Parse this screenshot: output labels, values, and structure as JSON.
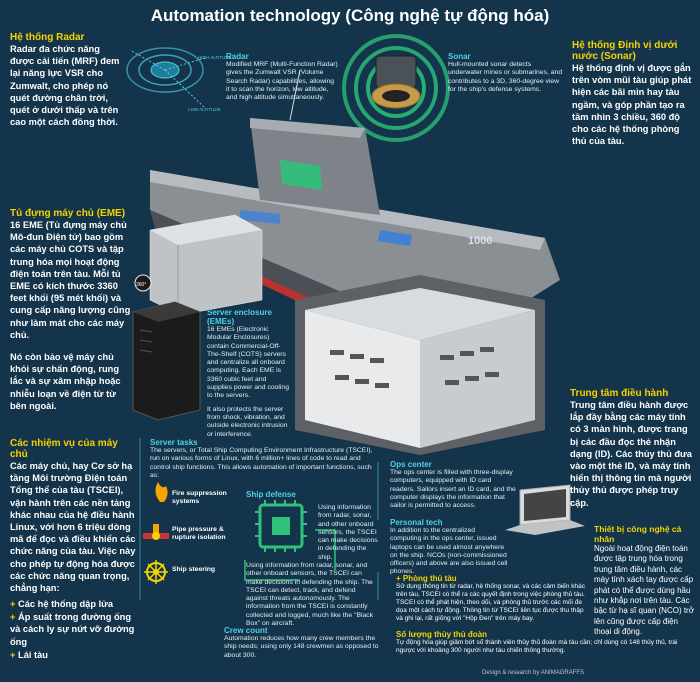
{
  "title": "Automation technology  (Công nghệ tự động hóa)",
  "radar_vi": {
    "heading": "Hệ thống Radar",
    "text": "Radar đa chức năng được cải tiến (MRF) đem lại năng lực VSR cho Zumwalt, cho phép nó quét đường chân trời, quét ở dưới thấp và trên cao một cách đồng thời."
  },
  "radar_diagram": {
    "high_label": "HIGH ALTITUDE",
    "low_label": "LOW ALTITUDE"
  },
  "radar_en": {
    "heading": "Radar",
    "text": "Modified MRF (Multi-Function Radar) gives the Zumwalt VSR (Volume Search Radar) capabilities, allowing it to scan the horizon, low altitude, and high altitude simultaneously."
  },
  "sonar_en": {
    "heading": "Sonar",
    "text": "Hull-mounted sonar detects underwater mines or submarines, and contributes to a 3D, 360-degree view for the ship's defense systems."
  },
  "sonar_vi": {
    "heading": "Hệ thống Định vị dưới nước (Sonar)",
    "text": "Hệ thống định vị được gắn trên vòm mũi tàu giúp phát hiện các bãi mìn hay tàu ngầm, và góp phần tạo ra tầm nhìn 3 chiều, 360 độ cho các hệ thống phòng thủ của tàu."
  },
  "eme_vi": {
    "heading": "Tủ đựng máy chủ (EME)",
    "text": "16 EME (Tủ đựng máy chủ Mô-đun Điện tử) bao gồm các máy chủ COTS và tập trung hóa mọi hoạt động điện toán trên tàu. Mỗi tủ EME có kích thước 3360 feet khối (95 mét khối) và cung cấp năng lượng cũng như làm mát cho các máy chủ.",
    "text2": "Nó còn bảo vệ máy chủ khỏi sự chấn động, rung lắc và sự xâm nhập hoặc nhiễu loạn về điện từ từ bên ngoài."
  },
  "hull_number": "1000",
  "icon_360": "360°",
  "server_enclosure": {
    "heading": "Server enclosure (EMEs)",
    "text": "16 EMEs (Electronic Modular Enclosures) contain Commercial-Off-The-Shelf (COTS) servers and centralize all onboard computing. Each EME is 3360 cubic feet and supplies power and cooling to the servers.",
    "text2": "It also protects the server from shock, vibration, and outside electronic intrusion or interference."
  },
  "tasks_vi": {
    "heading": "Các nhiệm vụ của máy chủ",
    "text": "Các máy chủ, hay Cơ sở hạ tầng Môi trường Điện toán Tổng thể của tàu (TSCEI), vận hành trên các nền tảng khác nhau của hệ điều hành Linux, với hơn 6 triệu dòng mã để đọc và điều khiển các chức năng của tàu. Việc này cho phép tự động hóa được các chức năng quan trọng, chẳng hạn:",
    "items": [
      "Các hệ thống dập lửa",
      "Áp suất trong đường ống và cách ly sự nứt vỡ đường ống",
      "Lái tàu"
    ]
  },
  "server_tasks": {
    "heading": "Server tasks",
    "text": "The servers, or Total Ship Computing Environment Infrastructure (TSCEI), run on various forms of Linux, with 6 million+ lines of code to read and control ship functions. This allows automation of important functions, such as:",
    "items": [
      "Fire suppression systems",
      "Pipe pressure & rupture isolation",
      "Ship steering"
    ]
  },
  "ship_defense": {
    "heading": "Ship defense",
    "text": "Using information from radar, sonar, and other onboard sensors, the TSCEI can make decisions in defending the ship. The TSCEI can detect, track, and defend against threats autonomously. The information from the TSCEI is constantly collected and logged, much like the \"Black Box\" on aircraft."
  },
  "crew_count": {
    "heading": "Crew count",
    "text": "Automation reduces how many crew members the ship needs; using only 148 crewmen as opposed to about 300."
  },
  "ops_center": {
    "heading": "Ops center",
    "text": "The ops center is filled with three-display computers, equipped with ID card readers. Sailors insert an ID card, and the computer displays the information that sailor is permitted to access."
  },
  "personal_tech": {
    "heading": "Personal tech",
    "text": "In addition to the centralized computing in the ops center, issued laptops can be used almost anywhere on the ship. NCOs (non-commissioned officers) and above are also issued cell phones."
  },
  "ops_vi": {
    "heading": "Trung tâm điều hành",
    "text": "Trung tâm điều hành được lắp đầy bằng các máy tính có 3 màn hình, được trang bị các đầu đọc thẻ nhận dạng (ID). Các thủy thủ đưa vào một thẻ ID, và máy tính hiển thị thông tin mà người thủy thủ được phép truy cập."
  },
  "personal_vi": {
    "heading": "Thiết bị công nghệ cá nhân",
    "text": "Ngoài hoạt động điện toán được tập trung hóa trong trung tâm điều hành, các máy tính xách tay được cấp phát có thể được dùng hầu như khắp nơi trên tàu. Các bậc từ hạ sĩ quan (NCO) trở lên cũng được cấp điện thoại di động."
  },
  "defense_vi": {
    "heading": "+ Phòng thủ tàu",
    "text": "Sử dụng thông tin từ radar, hệ thống sonar, và các cảm biến khác trên tàu, TSCEI có thể ra các quyết định trong việc phòng thủ tàu. TSCEI có thể phát hiện, theo dõi, và phòng thủ trước các mối đe dọa một cách tự động. Thông tin từ TSCEI liên tục được thu thập và ghi lại, rất giống với \"Hộp Đen\" trên máy bay."
  },
  "crew_vi": {
    "heading": "Số lượng thủy thủ đoàn",
    "text": "Tự động hóa giúp giảm bớt số thành viên thủy thủ đoàn mà tàu cần; chỉ dùng có 148 thủy thủ, trái ngược với khoảng 300 người như tàu chiến thông thường."
  },
  "credit": "Design & research by ANIMAGRAFFS",
  "colors": {
    "background": "#13344a",
    "yellow": "#f5d400",
    "cyan": "#4fd0e8",
    "green": "#2ec27a"
  },
  "icons": [
    "radar-icon",
    "sonar-icon",
    "fire-icon",
    "pipe-valve-icon",
    "ship-wheel-icon",
    "chip-icon",
    "laptop-icon",
    "360-icon"
  ]
}
